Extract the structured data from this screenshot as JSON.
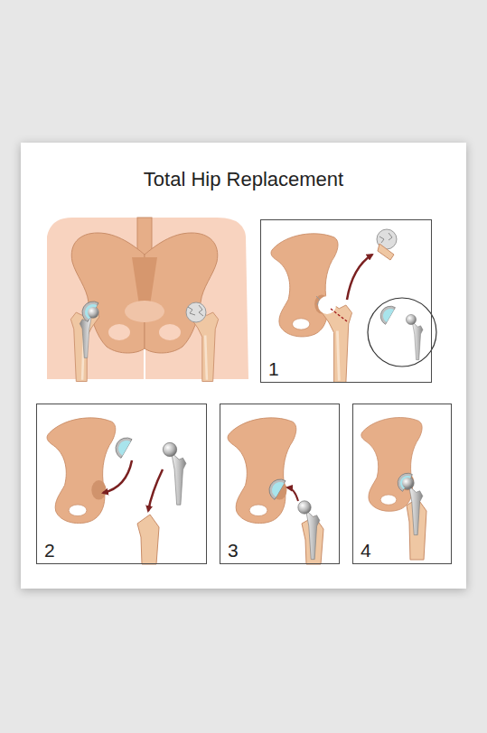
{
  "diagram": {
    "title": "Total Hip Replacement",
    "nodes": [
      {
        "text": [
          "1"
        ]
      },
      {
        "text": [
          "2"
        ]
      },
      {
        "text": [
          "3"
        ]
      },
      {
        "text": [
          "4"
        ]
      }
    ]
  }
}
